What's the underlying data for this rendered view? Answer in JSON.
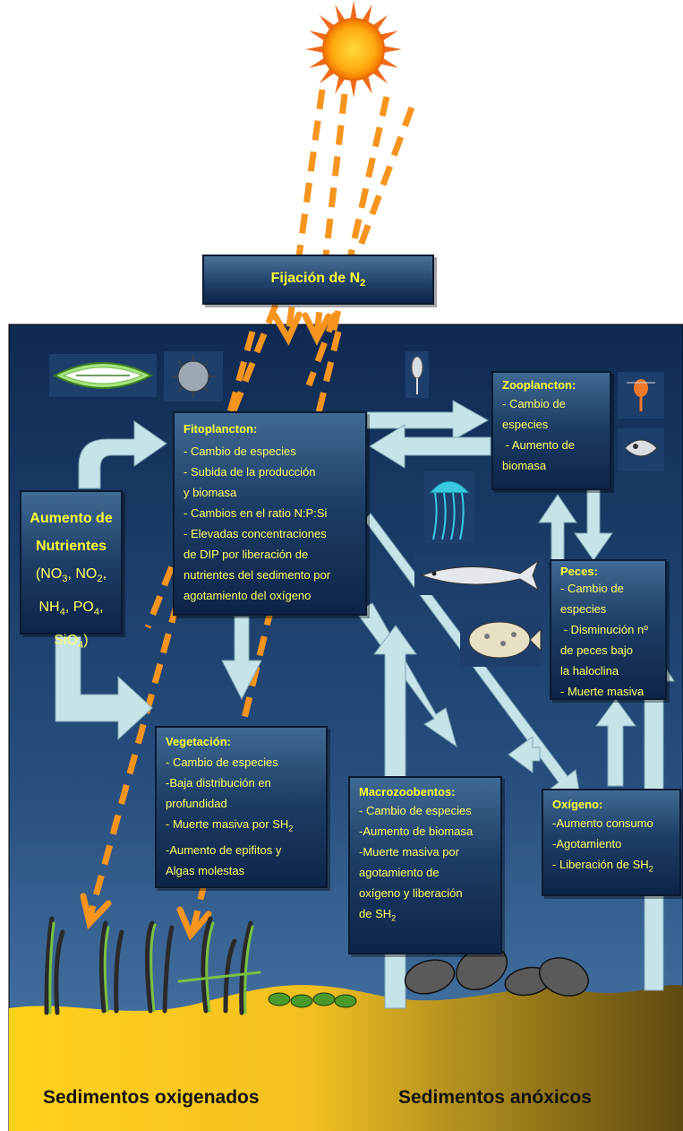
{
  "fijacion": {
    "label": "Fijación de N",
    "sub": "2"
  },
  "nutrientes": {
    "title_line1": "Aumento de",
    "title_line2": "Nutrientes",
    "formula_line1": [
      "(NO",
      "3",
      ", NO",
      "2",
      ","
    ],
    "formula_line2": [
      "NH",
      "4",
      ", PO",
      "4",
      ","
    ],
    "formula_line3": [
      "SiO",
      "4",
      ")"
    ]
  },
  "fitoplancton": {
    "title": "Fitoplancton:",
    "lines": [
      "- Cambio de especies",
      "- Subida de la producción",
      "y biomasa",
      "- Cambios en el ratio N:P:Si",
      "- Elevadas concentraciones",
      "de DIP por liberación de",
      "nutrientes del sedimento por",
      "agotamiento del oxígeno"
    ]
  },
  "zooplancton": {
    "title": "Zooplancton:",
    "lines": [
      "- Cambio de",
      "especies",
      " - Aumento de",
      "biomasa"
    ]
  },
  "peces": {
    "title": "Peces:",
    "lines": [
      "- Cambio de",
      "especies",
      " - Disminución nº",
      "de peces bajo",
      "la haloclina",
      "- Muerte masiva"
    ]
  },
  "vegetacion": {
    "title": "Vegetación:",
    "lines": [
      "- Cambio de especies",
      "-Baja distribución en",
      "profundidad",
      "- Muerte masiva por SH",
      "-Aumento de epifitos y",
      "Algas molestas"
    ],
    "sh2_sub": "2"
  },
  "macrozoobentos": {
    "title": "Macrozoobentos:",
    "lines": [
      "- Cambio de especies",
      "-Aumento de biomasa",
      "-Muerte masiva por",
      "agotamiento de",
      "oxígeno y liberación",
      "de SH"
    ],
    "sh2_sub": "2"
  },
  "oxigeno": {
    "title": "Oxígeno:",
    "lines": [
      "-Aumento consumo",
      "-Agotamiento",
      "- Liberación de SH"
    ],
    "sh2_sub": "2"
  },
  "sedimentos": {
    "left": "Sedimentos oxigenados",
    "right": "Sedimentos anóxicos"
  },
  "colors": {
    "water_top": "#0f2a52",
    "water_bottom": "#4a78a8",
    "arrow_fill": "#c5e4ea",
    "box_text": "#ffff66",
    "sun_ray": "#f7941d",
    "sediment_left": "#ffd21a",
    "sediment_right": "#5e4a10"
  },
  "icons": [
    "sun-icon",
    "diatom-icon",
    "radiolarian-icon",
    "copepod-icon",
    "zooplankton-icon",
    "jellyfish-icon",
    "herring-fish-icon",
    "flatfish-icon",
    "seagrass-icon",
    "mussel-icon",
    "algae-icon"
  ]
}
